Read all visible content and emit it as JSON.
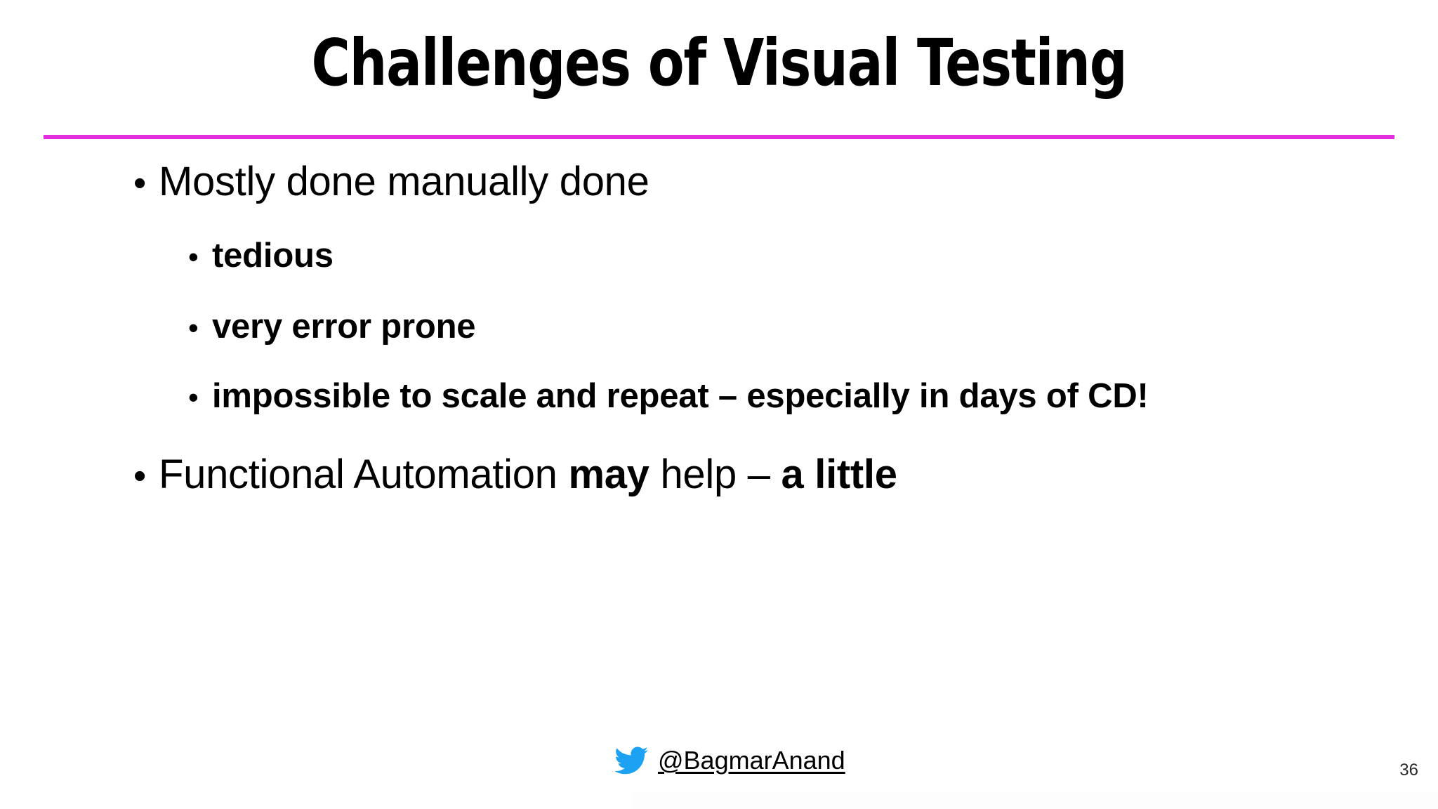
{
  "slide": {
    "title": "Challenges of Visual Testing",
    "accent_color": "#E22EDC",
    "background_color": "#FFFFFF",
    "text_color": "#000000",
    "bullet_marker": "•",
    "bullets": [
      {
        "level": 1,
        "text": "Mostly done manually done",
        "bold": false
      },
      {
        "level": 2,
        "text": "tedious",
        "bold": true
      },
      {
        "level": 2,
        "text": "very error prone",
        "bold": true
      },
      {
        "level": 2,
        "text": "impossible to scale and repeat – especially in days of CD!",
        "bold": true
      },
      {
        "level": 1,
        "text": "Functional Automation may help – a little",
        "bold": false,
        "segments": [
          {
            "text": "Functional Automation ",
            "bold": false
          },
          {
            "text": "may",
            "bold": true
          },
          {
            "text": " help – ",
            "bold": false
          },
          {
            "text": "a little",
            "bold": true
          }
        ]
      }
    ]
  },
  "footer": {
    "twitter_icon": "twitter-bird-icon",
    "twitter_icon_color": "#1DA1F2",
    "handle": "@BagmarAnand",
    "page_number": "36"
  }
}
